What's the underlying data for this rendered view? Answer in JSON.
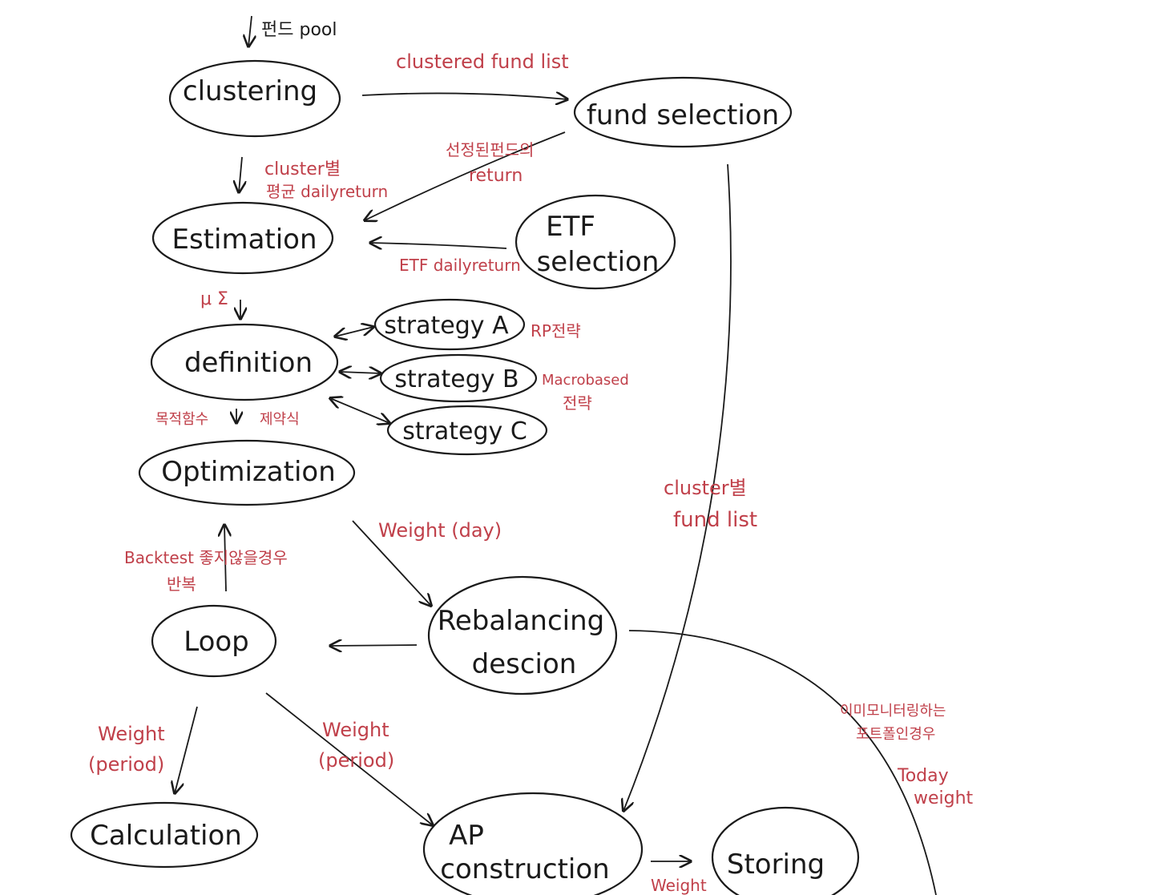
{
  "colors": {
    "ink": "#1a1a1a",
    "annotation": "#c0404a",
    "paper": "#ffffff"
  },
  "nodes": {
    "clustering": "clustering",
    "fund_selection": "fund selection",
    "estimation": "Estimation",
    "etf_selection_line1": "ETF",
    "etf_selection_line2": "selection",
    "definition": "definition",
    "strategy_a": "strategy A",
    "strategy_b": "strategy B",
    "strategy_c": "strategy C",
    "optimization": "Optimization",
    "loop": "Loop",
    "rebalancing_line1": "Rebalancing",
    "rebalancing_line2": "descion",
    "calculation": "Calculation",
    "ap_line1": "AP",
    "ap_line2": "construction",
    "storing": "Storing"
  },
  "annotations": {
    "fund_pool": "펀드 pool",
    "clustered_fund_list": "clustered fund list",
    "cluster_avg_return_line1": "cluster별",
    "cluster_avg_return_line2": "평균 dailyreturn",
    "selected_fund_return_line1": "선정된펀드의",
    "selected_fund_return_line2": "return",
    "etf_daily_return": "ETF dailyreturn",
    "mu_sigma": "μ  Σ",
    "rp_strategy": "RP전략",
    "macro_strategy_line1": "Macrobased",
    "macro_strategy_line2": "전략",
    "objective": "목적함수",
    "constraint": "제약식",
    "weight_day": "Weight (day)",
    "cluster_fund_list_line1": "cluster별",
    "cluster_fund_list_line2": "fund list",
    "backtest_line1": "Backtest 좋지않을경우",
    "backtest_line2": "반복",
    "monitoring_line1": "이미모니터링하는",
    "monitoring_line2": "포트폴인경우",
    "today_weight_line1": "Today",
    "today_weight_line2": "weight",
    "weight_period_left_line1": "Weight",
    "weight_period_left_line2": "(period)",
    "weight_period_mid_line1": "Weight",
    "weight_period_mid_line2": "(period)",
    "weight_bottom": "Weight"
  }
}
